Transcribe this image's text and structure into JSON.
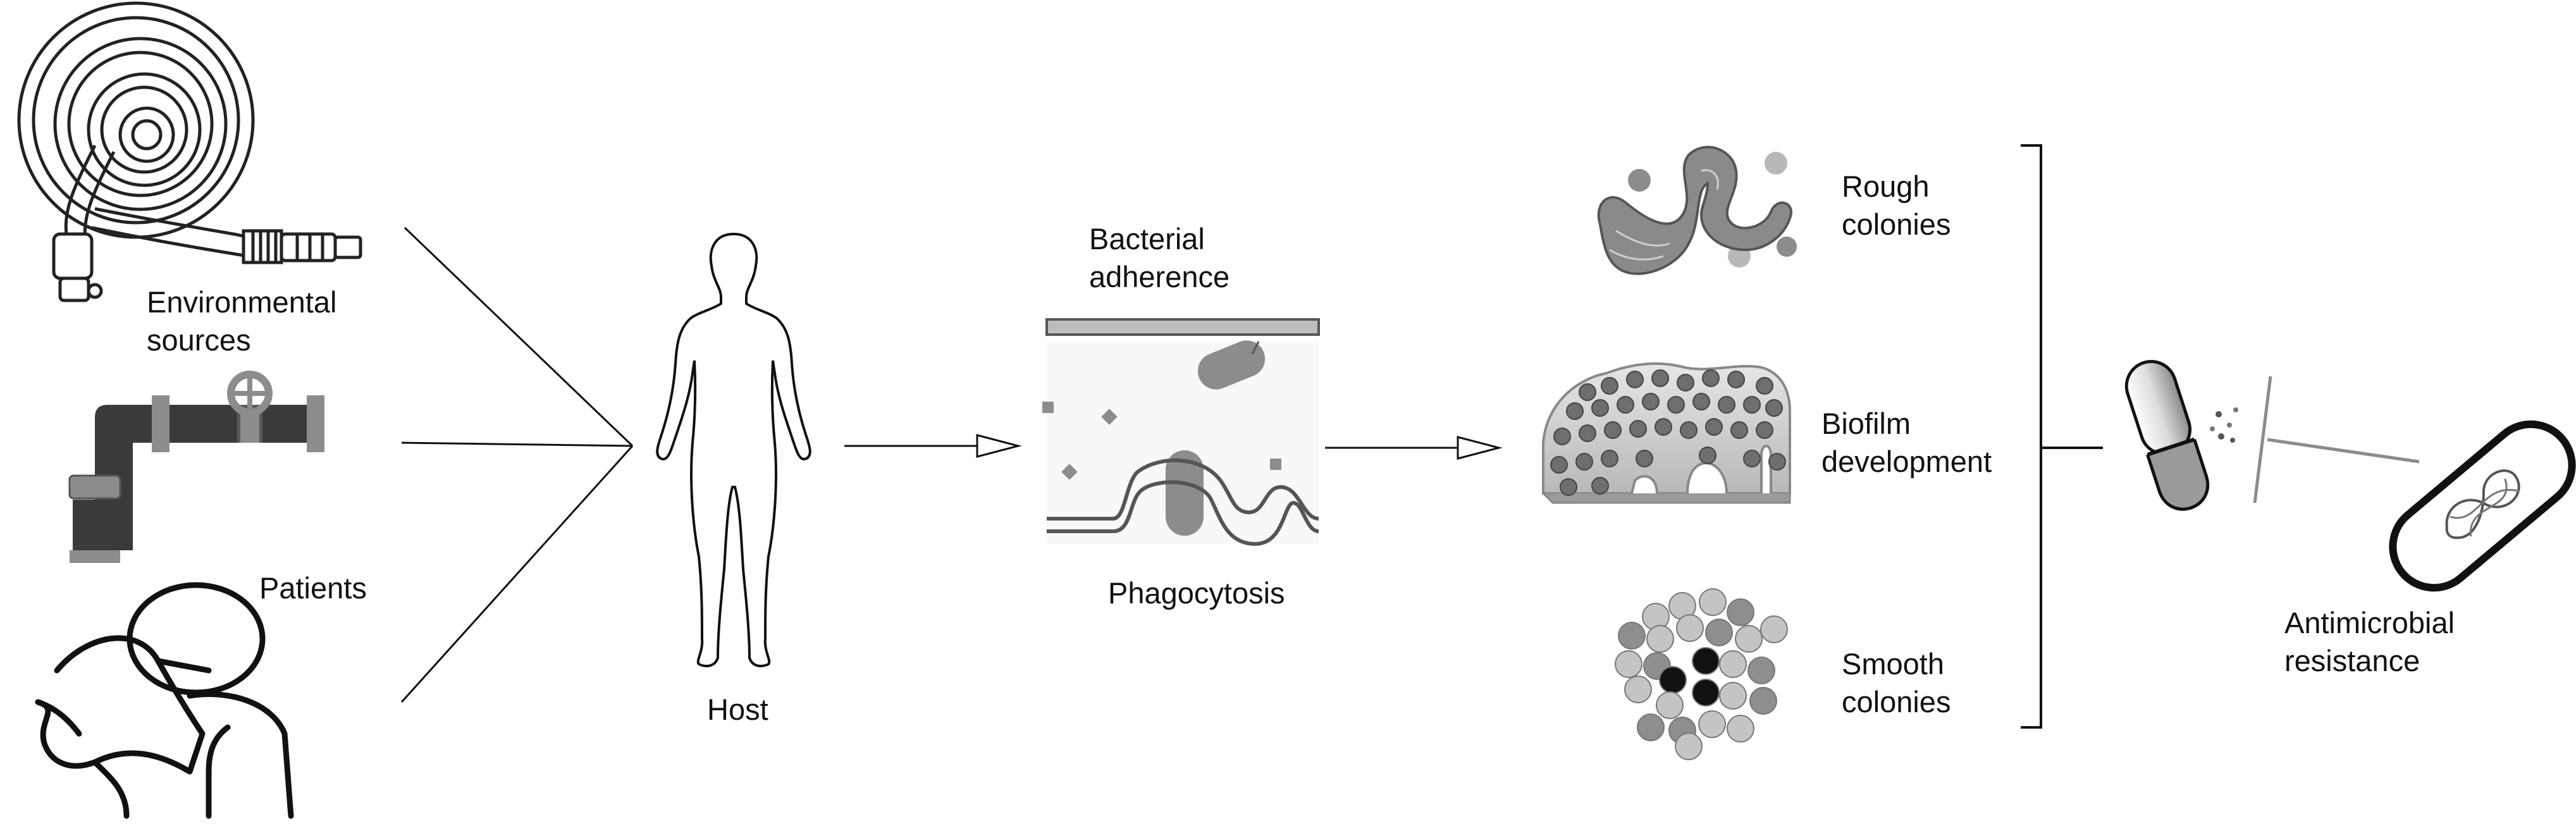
{
  "labels": {
    "environmental_sources_line1": "Environmental",
    "environmental_sources_line2": "sources",
    "patients": "Patients",
    "host": "Host",
    "bacterial_adherence_line1": "Bacterial",
    "bacterial_adherence_line2": "adherence",
    "phagocytosis": "Phagocytosis",
    "rough_colonies_line1": "Rough",
    "rough_colonies_line2": "colonies",
    "biofilm_line1": "Biofilm",
    "biofilm_line2": "development",
    "smooth_colonies_line1": "Smooth",
    "smooth_colonies_line2": "colonies",
    "antimicrobial_line1": "Antimicrobial",
    "antimicrobial_line2": "resistance"
  },
  "colors": {
    "ink": "#111111",
    "dark_pipe": "#3a3a3a",
    "mid_gray": "#8c8c8c",
    "light_gray": "#c8c8c8"
  }
}
